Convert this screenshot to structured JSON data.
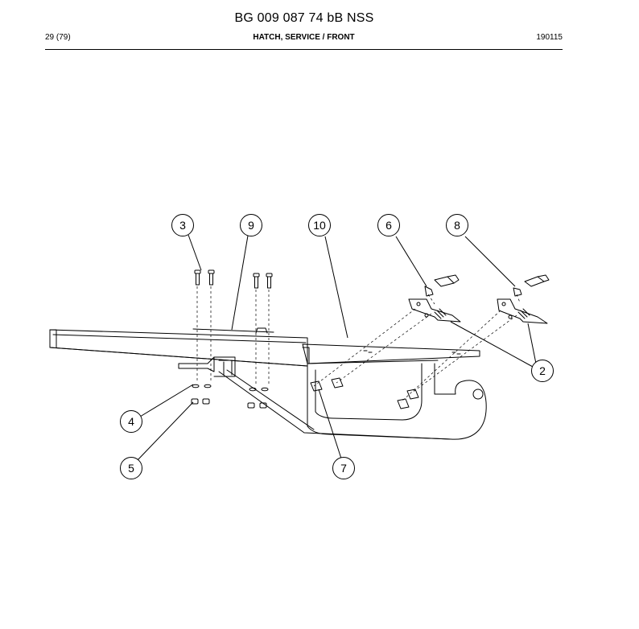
{
  "header": {
    "document_code": "BG 009 087 74 bB NSS",
    "page_number": "29 (79)",
    "section_title": "HATCH, SERVICE / FRONT",
    "date_code": "190115"
  },
  "callouts": [
    {
      "id": "callout-3",
      "label": "3"
    },
    {
      "id": "callout-9",
      "label": "9"
    },
    {
      "id": "callout-10",
      "label": "10"
    },
    {
      "id": "callout-6",
      "label": "6"
    },
    {
      "id": "callout-8",
      "label": "8"
    },
    {
      "id": "callout-2",
      "label": "2"
    },
    {
      "id": "callout-4",
      "label": "4"
    },
    {
      "id": "callout-5",
      "label": "5"
    },
    {
      "id": "callout-7",
      "label": "7"
    }
  ]
}
